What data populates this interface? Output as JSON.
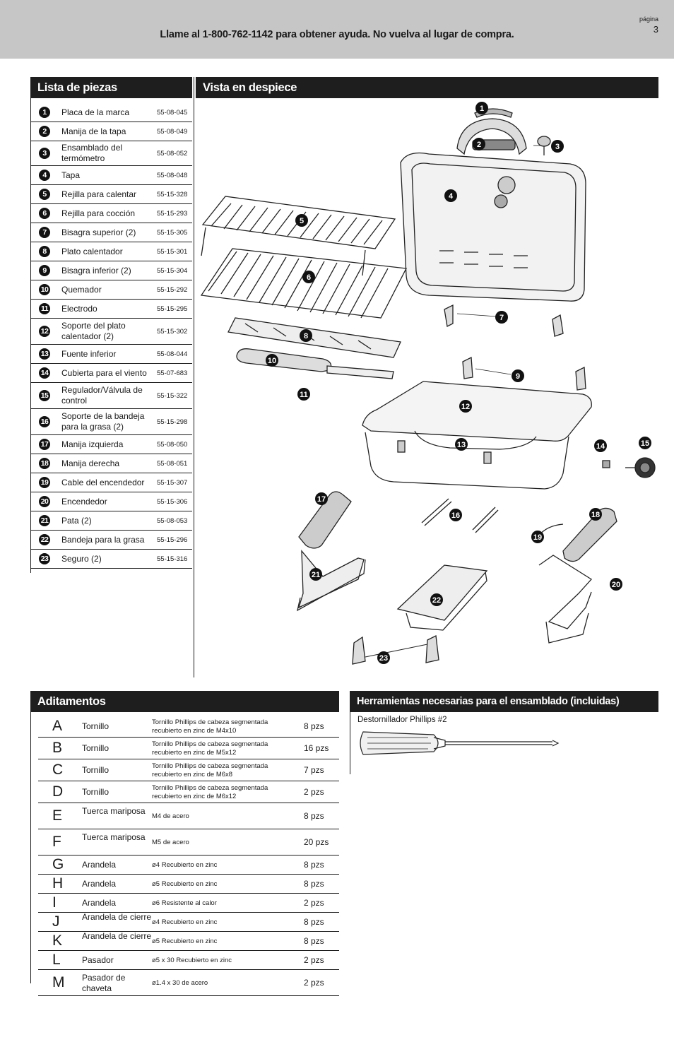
{
  "header": {
    "help_text": "Llame al 1-800-762-1142 para obtener ayuda. No vuelva al lugar de compra.",
    "page_label": "página",
    "page_number": "3"
  },
  "parts_list": {
    "title": "Lista de piezas",
    "items": [
      {
        "num": "1",
        "name": "Placa de la marca",
        "code": "55-08-045"
      },
      {
        "num": "2",
        "name": "Manija de la tapa",
        "code": "55-08-049"
      },
      {
        "num": "3",
        "name": "Ensamblado del termómetro",
        "code": "55-08-052"
      },
      {
        "num": "4",
        "name": "Tapa",
        "code": "55-08-048"
      },
      {
        "num": "5",
        "name": "Rejilla para calentar",
        "code": "55-15-328"
      },
      {
        "num": "6",
        "name": "Rejilla para cocción",
        "code": "55-15-293"
      },
      {
        "num": "7",
        "name": "Bisagra superior (2)",
        "code": "55-15-305"
      },
      {
        "num": "8",
        "name": "Plato calentador",
        "code": "55-15-301"
      },
      {
        "num": "9",
        "name": "Bisagra inferior (2)",
        "code": "55-15-304"
      },
      {
        "num": "10",
        "name": "Quemador",
        "code": "55-15-292"
      },
      {
        "num": "11",
        "name": "Electrodo",
        "code": "55-15-295"
      },
      {
        "num": "12",
        "name": "Soporte del plato calentador (2)",
        "code": "55-15-302"
      },
      {
        "num": "13",
        "name": "Fuente inferior",
        "code": "55-08-044"
      },
      {
        "num": "14",
        "name": "Cubierta para el viento",
        "code": "55-07-683"
      },
      {
        "num": "15",
        "name": "Regulador/Válvula de control",
        "code": "55-15-322"
      },
      {
        "num": "16",
        "name": "Soporte de la bandeja para la grasa (2)",
        "code": "55-15-298"
      },
      {
        "num": "17",
        "name": "Manija izquierda",
        "code": "55-08-050"
      },
      {
        "num": "18",
        "name": "Manija derecha",
        "code": "55-08-051"
      },
      {
        "num": "19",
        "name": "Cable del encendedor",
        "code": "55-15-307"
      },
      {
        "num": "20",
        "name": "Encendedor",
        "code": "55-15-306"
      },
      {
        "num": "21",
        "name": "Pata (2)",
        "code": "55-08-053"
      },
      {
        "num": "22",
        "name": "Bandeja para la grasa",
        "code": "55-15-296"
      },
      {
        "num": "23",
        "name": "Seguro (2)",
        "code": "55-15-316"
      }
    ]
  },
  "exploded_view": {
    "title": "Vista en despiece"
  },
  "hardware": {
    "title": "Aditamentos",
    "items": [
      {
        "letter": "A",
        "name": "Tornillo",
        "desc": "Tornillo Phillips de cabeza segmentada recubierto en zinc de M4x10",
        "qty": "8 pzs"
      },
      {
        "letter": "B",
        "name": "Tornillo",
        "desc": "Tornillo Phillips de cabeza segmentada recubierto en zinc de M5x12",
        "qty": "16 pzs"
      },
      {
        "letter": "C",
        "name": "Tornillo",
        "desc": "Tornillo Phillips de cabeza segmentada recubierto en zinc de M6x8",
        "qty": "7 pzs"
      },
      {
        "letter": "D",
        "name": "Tornillo",
        "desc": "Tornillo Phillips de cabeza segmentada recubierto en zinc de M6x12",
        "qty": "2 pzs"
      },
      {
        "letter": "E",
        "name": "Tuerca mariposa",
        "desc": "M4 de acero",
        "qty": "8 pzs"
      },
      {
        "letter": "F",
        "name": "Tuerca mariposa",
        "desc": "M5 de acero",
        "qty": "20 pzs"
      },
      {
        "letter": "G",
        "name": "Arandela",
        "desc": "ø4 Recubierto en zinc",
        "qty": "8 pzs"
      },
      {
        "letter": "H",
        "name": "Arandela",
        "desc": "ø5 Recubierto en zinc",
        "qty": "8 pzs"
      },
      {
        "letter": "I",
        "name": "Arandela",
        "desc": "ø6 Resistente al calor",
        "qty": "2 pzs"
      },
      {
        "letter": "J",
        "name": "Arandela de cierre",
        "desc": "ø4 Recubierto en zinc",
        "qty": "8 pzs"
      },
      {
        "letter": "K",
        "name": "Arandela de cierre",
        "desc": "ø5 Recubierto en zinc",
        "qty": "8 pzs"
      },
      {
        "letter": "L",
        "name": "Pasador",
        "desc": "ø5 x 30 Recubierto en zinc",
        "qty": "2 pzs"
      },
      {
        "letter": "M",
        "name": "Pasador de chaveta",
        "desc": "ø1.4 x 30 de acero",
        "qty": "2 pzs"
      }
    ]
  },
  "tools": {
    "title": "Herramientas necesarias para el ensamblado (incluidas)",
    "item": "Destornillador Phillips #2"
  }
}
